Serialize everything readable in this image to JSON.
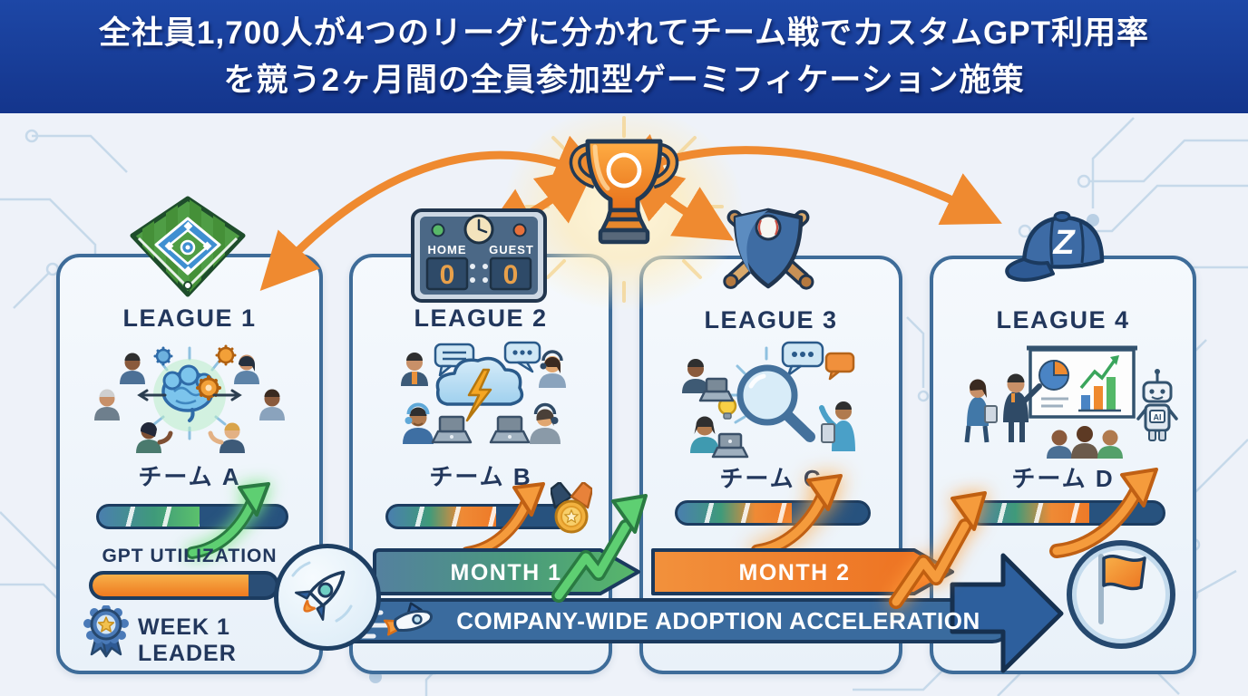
{
  "banner": {
    "line1": "全社員1,700人が4つのリーグに分かれてチーム戦でカスタムGPT利用率",
    "line2": "を競う2ヶ月間の全員参加型ゲーミフィケーション施策"
  },
  "leagues": [
    {
      "title": "LEAGUE 1",
      "team": "チーム A",
      "icon": "baseball-field-icon",
      "progress_percent": 54
    },
    {
      "title": "LEAGUE 2",
      "team": "チーム B",
      "icon": "scoreboard-icon",
      "progress_percent": 58,
      "scoreboard": {
        "home_label": "HOME",
        "guest_label": "GUEST",
        "home_score": "0",
        "guest_score": "0"
      }
    },
    {
      "title": "LEAGUE 3",
      "team": "チーム C",
      "icon": "shield-bats-icon",
      "progress_percent": 60
    },
    {
      "title": "LEAGUE 4",
      "team": "チーム D",
      "icon": "baseball-cap-icon",
      "cap_letter": "Z",
      "robot_label": "AI",
      "progress_percent": 62
    }
  ],
  "league1_panel": {
    "gpt_utilization_label": "GPT UTILIZATION",
    "gpt_utilization_percent": 85,
    "week_leader_label": "WEEK 1 LEADER"
  },
  "timeline": {
    "month1_label": "MONTH 1",
    "month2_label": "MONTH 2",
    "acceleration_label": "COMPANY-WIDE ADOPTION ACCELERATION"
  },
  "colors": {
    "banner_bg": "#17388F",
    "accent_orange": "#EF8A30",
    "navy": "#1D3A5F",
    "steel_blue": "#3A6B9E",
    "green": "#57B769",
    "card_border": "#3E6C99",
    "background": "#EEF2F9"
  }
}
